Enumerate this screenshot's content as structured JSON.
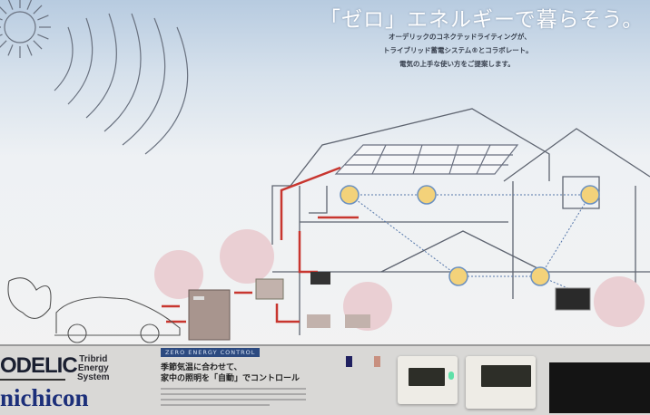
{
  "poster": {
    "headline": "「ゼロ」エネルギーで暮らそう。",
    "subtitle_lines": [
      "オーデリックのコネクテッドライティングが、",
      "トライブリッド蓄電システム®とコラボレート。",
      "電気の上手な使い方をご提案します。"
    ]
  },
  "brands": {
    "odelic": "ODELIC",
    "tribrid_lines": [
      "Tribrid",
      "Energy",
      "System"
    ],
    "nichicon": "nichicon"
  },
  "zero_energy": {
    "badge": "ZERO ENERGY CONTROL",
    "lines": [
      "季節気温に合わせて、",
      "家中の照明を「自動」でコントロール"
    ]
  },
  "colors": {
    "wire": "#c8362f",
    "bubble": "#eacfd3",
    "light": "#f3d27a",
    "sky": "#b7cbe0"
  }
}
